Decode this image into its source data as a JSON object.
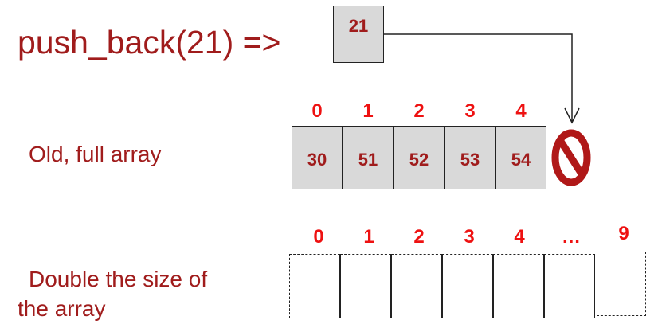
{
  "title": "push_back(21) =>",
  "incoming_value": "21",
  "old_array": {
    "label": "Old, full array",
    "indices": [
      "0",
      "1",
      "2",
      "3",
      "4"
    ],
    "values": [
      "30",
      "51",
      "52",
      "53",
      "54"
    ]
  },
  "new_array": {
    "label_line1": "Double the size of",
    "label_line2": "the array",
    "indices": [
      "0",
      "1",
      "2",
      "3",
      "4",
      "…",
      "9"
    ]
  },
  "colors": {
    "text_dark_red": "#a01c1c",
    "index_red": "#ee1111",
    "cell_fill": "#d9d9d9",
    "no_symbol": "#b01818"
  },
  "icons": {
    "blocked": "no-entry-icon"
  }
}
